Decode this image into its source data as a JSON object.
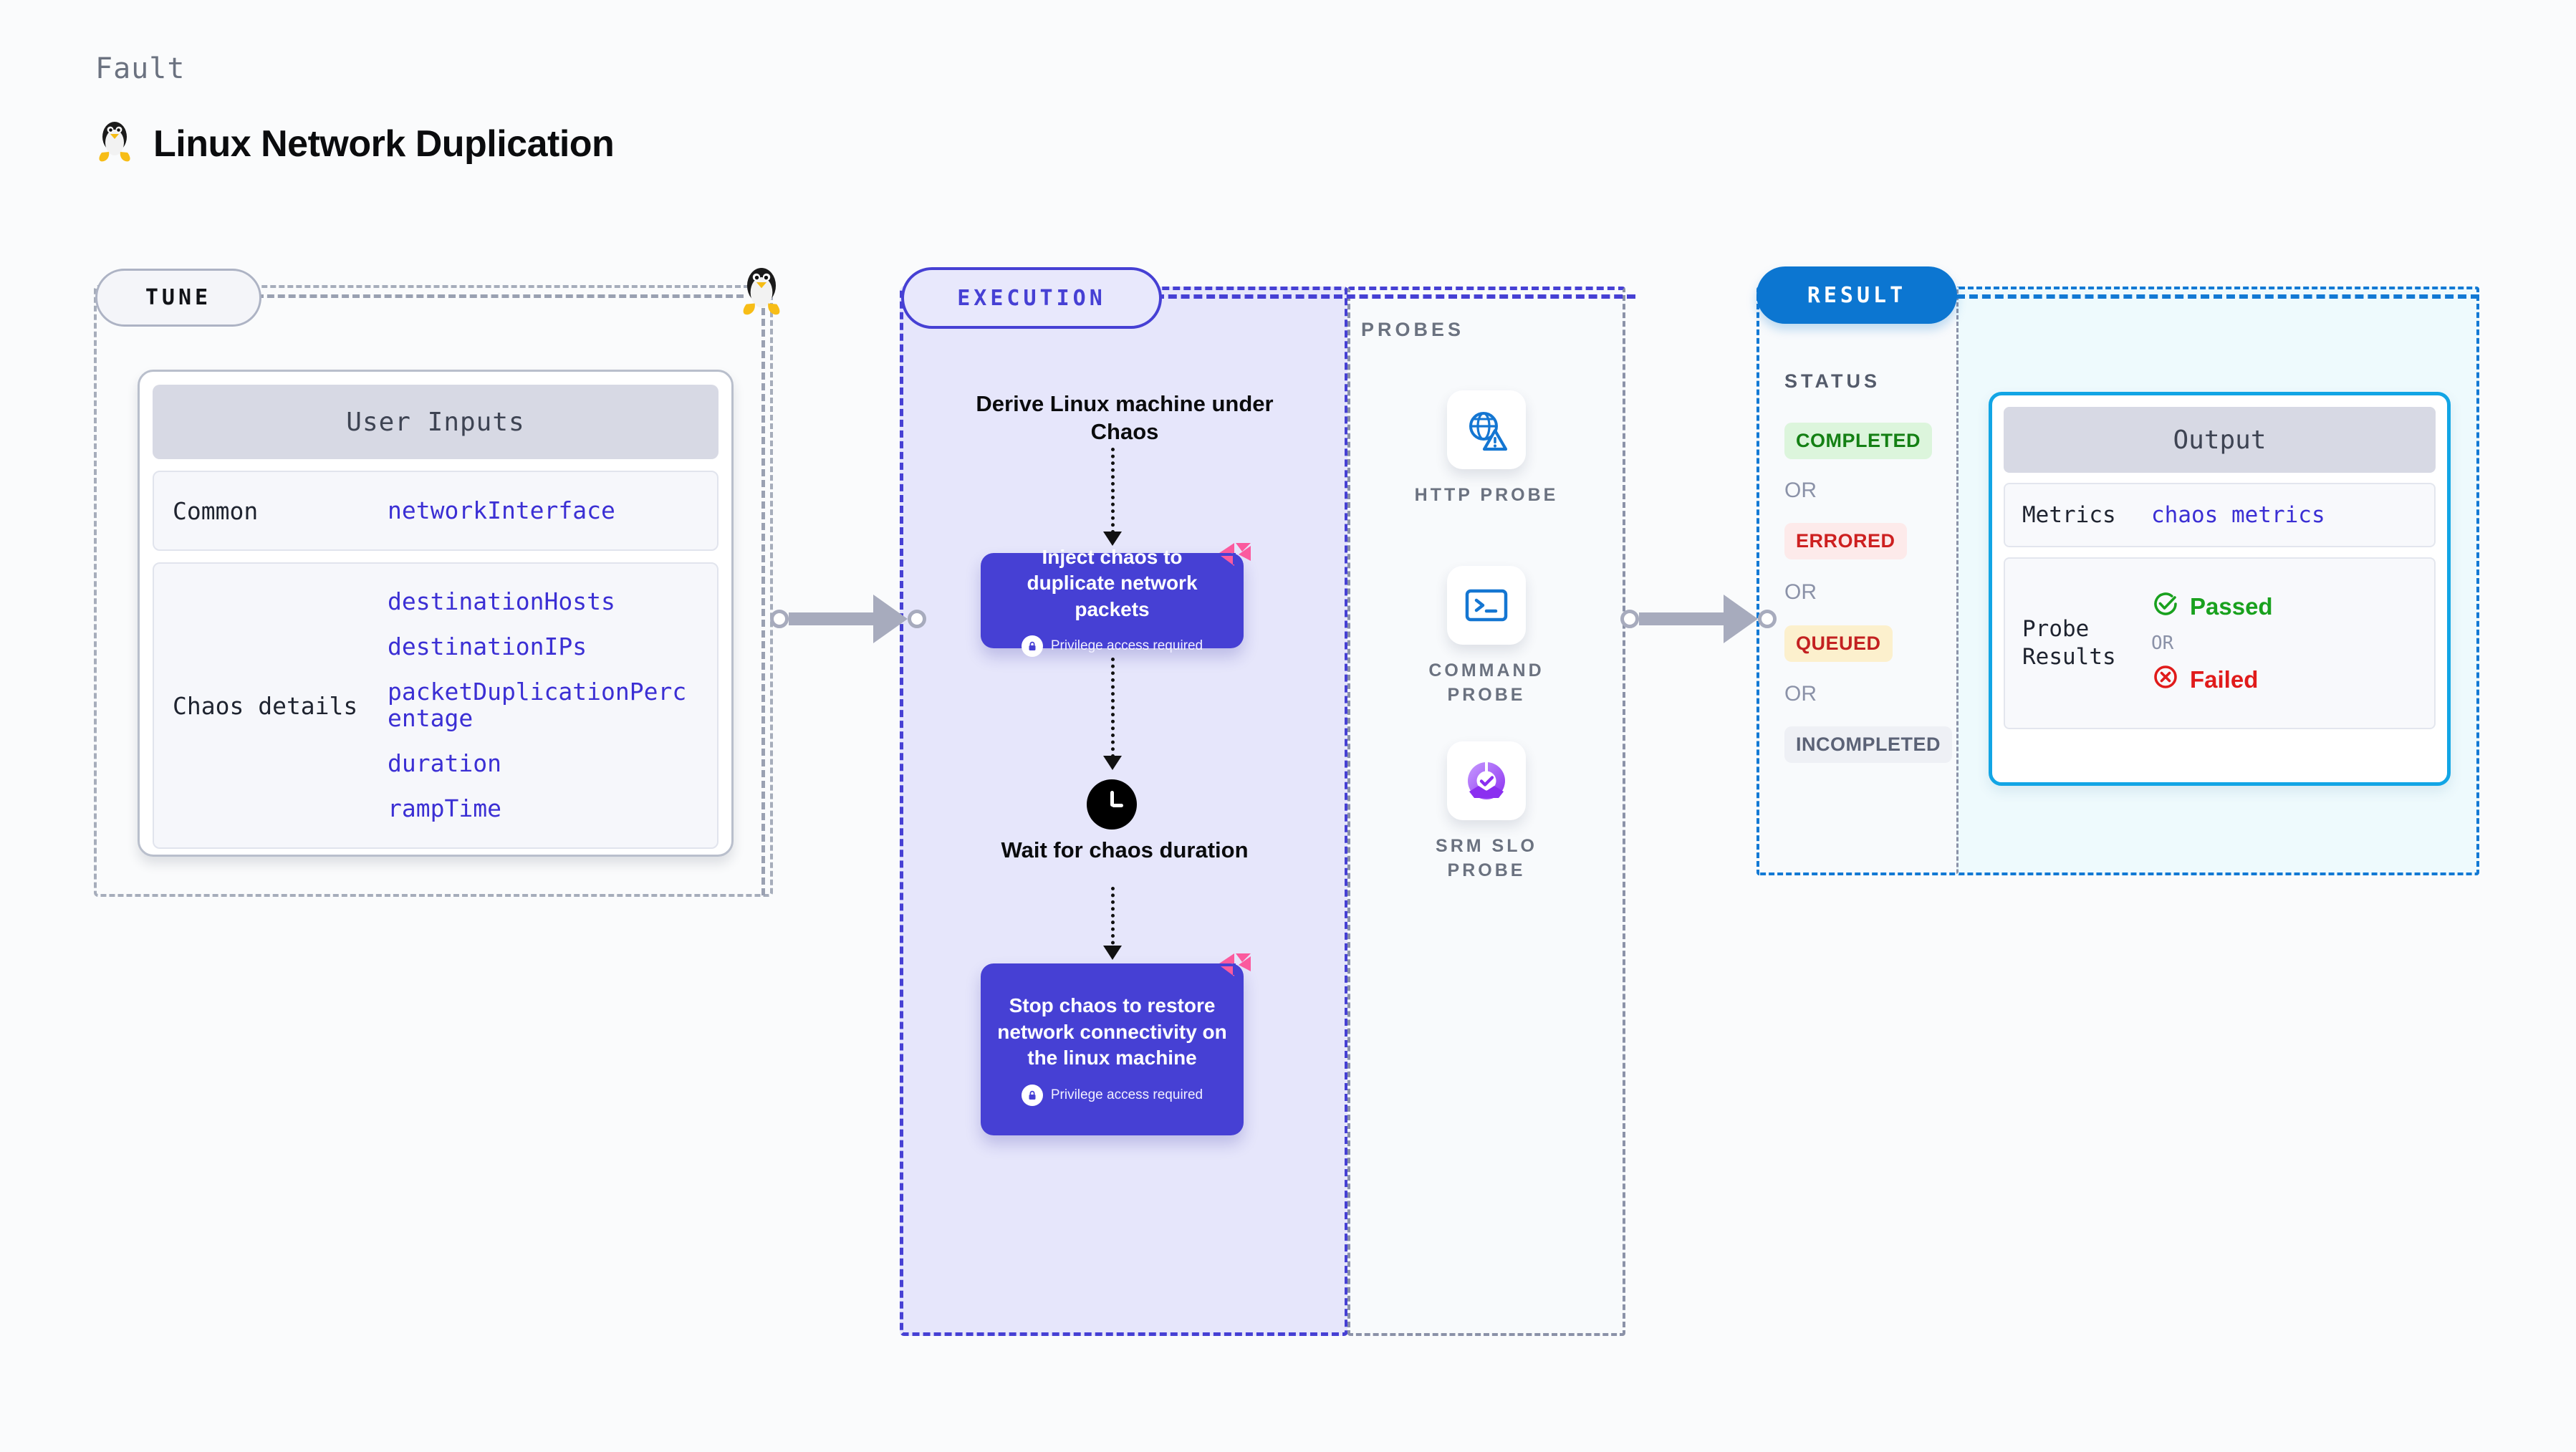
{
  "header": {
    "kicker": "Fault",
    "title": "Linux Network Duplication",
    "icon": "linux-penguin-icon"
  },
  "tune": {
    "pill_label": "TUNE",
    "card_title": "User Inputs",
    "sections": [
      {
        "label": "Common",
        "values": [
          "networkInterface"
        ]
      },
      {
        "label": "Chaos details",
        "values": [
          "destinationHosts",
          "destinationIPs",
          "packetDuplicationPercentage",
          "duration",
          "rampTime"
        ]
      }
    ]
  },
  "execution": {
    "pill_label": "EXECUTION",
    "steps": [
      {
        "type": "title",
        "text": "Derive Linux machine under Chaos"
      },
      {
        "type": "chaos-box",
        "text": "Inject chaos to duplicate network packets",
        "privilege": "Privilege access required"
      },
      {
        "type": "title",
        "text": "Wait for chaos duration",
        "icon": "clock-icon"
      },
      {
        "type": "chaos-box",
        "text": "Stop chaos to restore network connectivity on the linux machine",
        "privilege": "Privilege access required"
      }
    ]
  },
  "probes": {
    "title": "PROBES",
    "items": [
      {
        "label": "HTTP PROBE",
        "icon": "globe-warning-icon"
      },
      {
        "label": "COMMAND PROBE",
        "icon": "terminal-icon"
      },
      {
        "label": "SRM SLO PROBE",
        "icon": "slo-donut-check-icon"
      }
    ]
  },
  "result": {
    "pill_label": "RESULT",
    "status_title": "STATUS",
    "or_label": "OR",
    "statuses": [
      {
        "label": "COMPLETED",
        "color": "#148014",
        "bg": "#dcf5dc"
      },
      {
        "label": "ERRORED",
        "color": "#cd2020",
        "bg": "#fdeaea"
      },
      {
        "label": "QUEUED",
        "color": "#c32121",
        "bg": "#fcf0cd"
      },
      {
        "label": "INCOMPLETED",
        "color": "#5b6276",
        "bg": "#eef0f5"
      }
    ]
  },
  "output": {
    "card_title": "Output",
    "metrics_label": "Metrics",
    "metrics_value": "chaos metrics",
    "probe_results_label": "Probe Results",
    "passed_label": "Passed",
    "failed_label": "Failed",
    "or_label": "OR"
  },
  "colors": {
    "accent_purple": "#4640d4",
    "accent_blue": "#0c76d1",
    "accent_cyan": "#12a5e5",
    "link_purple": "#3b2fd4",
    "pink_badge": "#fb5a9e",
    "muted": "#8b92a8"
  }
}
